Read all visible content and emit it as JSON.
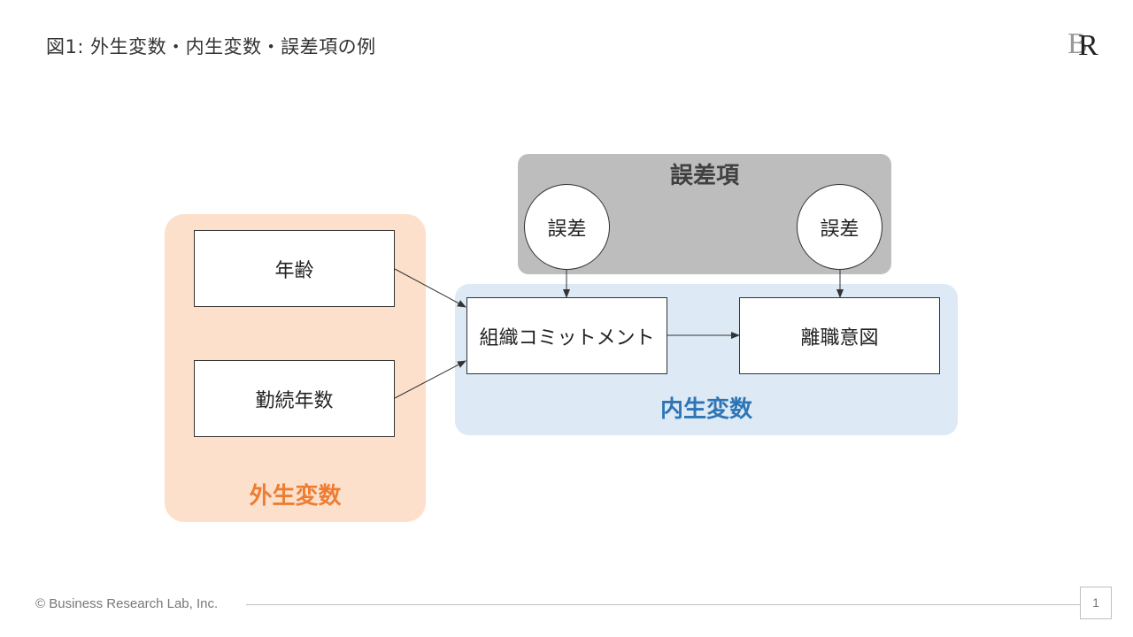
{
  "title": "図1: 外生変数・内生変数・誤差項の例",
  "logo_text": "BR",
  "groups": {
    "exogenous": {
      "label": "外生変数",
      "color": "#ed7d31"
    },
    "endogenous": {
      "label": "内生変数",
      "color": "#2e75b6"
    },
    "error": {
      "label": "誤差項",
      "color": "#404040"
    }
  },
  "nodes": {
    "age": "年齢",
    "tenure": "勤続年数",
    "commitment": "組織コミットメント",
    "turnover": "離職意図",
    "error1": "誤差",
    "error2": "誤差"
  },
  "edges": [
    [
      "age",
      "commitment"
    ],
    [
      "tenure",
      "commitment"
    ],
    [
      "commitment",
      "turnover"
    ],
    [
      "error1",
      "commitment"
    ],
    [
      "error2",
      "turnover"
    ]
  ],
  "footer": {
    "copyright": "© Business Research Lab, Inc.",
    "page_number": "1"
  }
}
